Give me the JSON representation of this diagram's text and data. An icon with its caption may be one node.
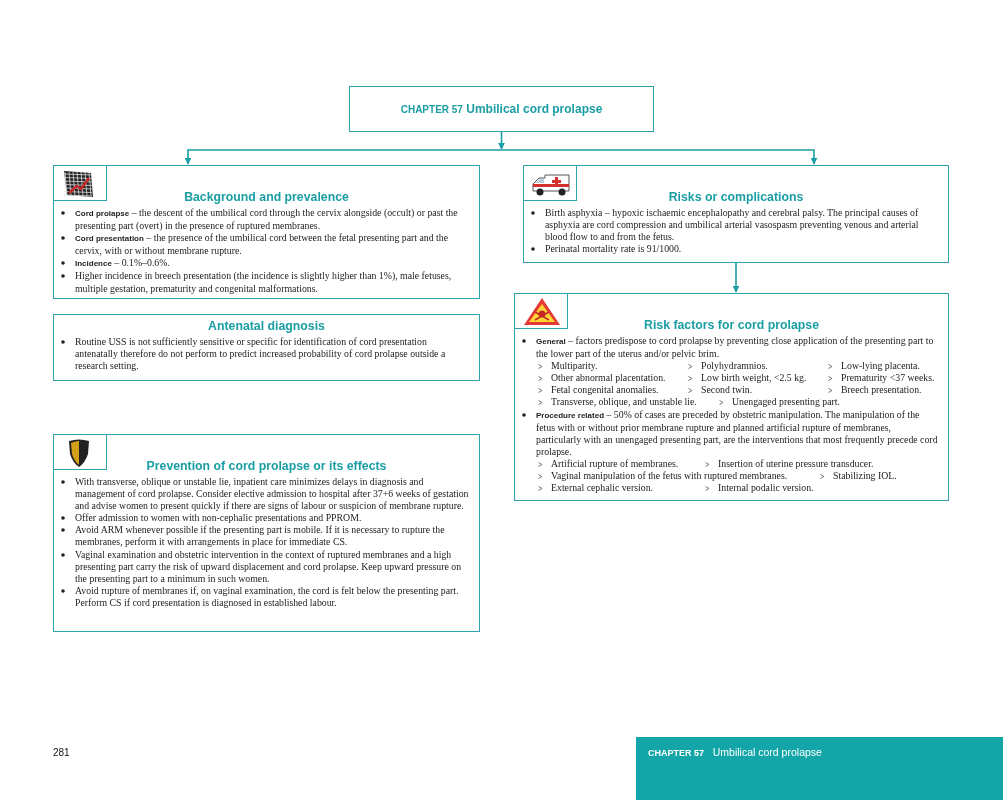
{
  "diagram": {
    "nodes": [
      {
        "text": [
          "**CHAPTER 57**  Umbilical cord prolapse"
        ]
      },
      {
        "text": [
          "Background and prevalence",
          "**Cord prolapse** – the descent of the umbilical cord through the cervix alongside (occult) or past the presenting part (overt) in the presence of ruptured membranes.",
          "**Cord presentation** – the presence of the umbilical cord between the fetal presenting part and the cervix, with or without membrane rupture.",
          "**Incidence** – 0.1%–0.6%.",
          "Higher incidence in breech presentation (the incidence is slightly higher than 1%), male fetuses, multiple gestation, prematurity and congenital malformations."
        ]
      },
      {
        "text": [
          "Antenatal diagnosis",
          "Routine USS is not sufficiently sensitive or specific for identification of cord presentation antenatally therefore do not perform to predict increased probability of cord prolapse outside a research setting."
        ]
      },
      {
        "text": [
          "Prevention of cord prolapse or its effects",
          "With transverse, oblique or unstable lie, inpatient care minimizes delays in diagnosis and management of cord prolapse. Consider elective admission to hospital after 37+6 weeks of gestation and advise women to present quickly if there are signs of labour or suspicion of membrane rupture.",
          "Offer admission to women with non-cephalic presentations and PPROM.",
          "Avoid ARM whenever possible if the presenting part is mobile. If it is necessary to rupture the membranes, perform it with arrangements in place for immediate CS.",
          "Vaginal examination and obstetric intervention in the context of ruptured membranes and a high presenting part carry the risk of upward displacement and cord prolapse. Keep upward pressure on the presenting part to a minimum in such women.",
          "Avoid rupture of membranes if, on vaginal examination, the cord is felt below the presenting part. Perform CS if cord presentation is diagnosed in established labour."
        ]
      },
      {
        "text": [
          "Risks or complications",
          "Birth asphyxia – hypoxic ischaemic encephalopathy and cerebral palsy. The principal causes of asphyxia are cord compression and umbilical arterial vasospasm preventing venous and arterial blood flow to and from the fetus.",
          "Perinatal mortality rate is 91/1000."
        ]
      },
      {
        "text": [
          "Risk factors for cord prolapse",
          "**General** – factors predispose to cord prolapse by preventing close application of the presenting part to the lower part of the uterus and/or pelvic brim.",
          "Multiparity.",
          "Polyhydramnios.",
          "Low-lying placenta.",
          "Other abnormal placentation.",
          "Low birth weight, <2.5 kg.",
          "Prematurity <37 weeks.",
          "Fetal congenital anomalies.",
          "Second twin.",
          "Breech presentation.",
          "Transverse, oblique, and unstable lie.",
          "Unengaged presenting part.",
          "**Procedure related** – 50% of cases are preceded by obstetric manipulation. The manipulation of the fetus with or without prior membrane rupture and planned artificial rupture of membranes, particularly with an unengaged presenting part, are the interventions that most frequently precede cord prolapse.",
          "Artificial rupture of membranes.",
          "Insertion of uterine pressure transducer.",
          "Vaginal manipulation of the fetus with ruptured membranes.",
          "Stabilizing IOL.",
          "External cephalic version.",
          "Internal podalic version."
        ]
      }
    ],
    "edges": [
      {
        "from": 0,
        "to": 1,
        "arrow": "to"
      },
      {
        "from": 0,
        "to": 4,
        "arrow": "to"
      },
      {
        "from": 4,
        "to": 5,
        "arrow": "to"
      }
    ],
    "labels": [
      "281",
      "**CHAPTER 57**   Umbilical cord prolapse"
    ]
  }
}
